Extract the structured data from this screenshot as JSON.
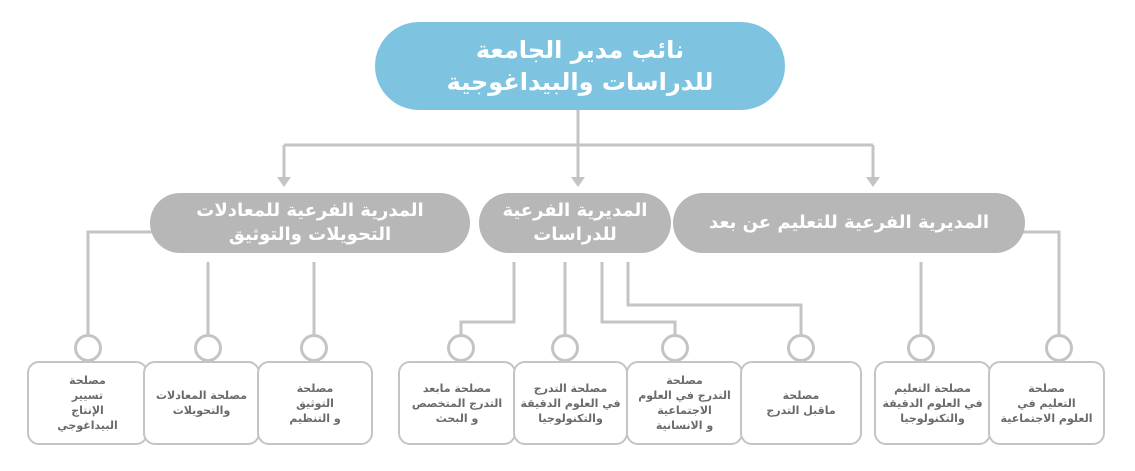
{
  "top": {
    "line1": "نائب مدير الجامعة",
    "line2": "للدراسات والبيداغوجية"
  },
  "directorates": {
    "distance": {
      "line1": "المديرية الفرعية للتعليم عن بعد"
    },
    "studies": {
      "line1": "المديرية الفرعية",
      "line2": "للدراسات"
    },
    "equivalences": {
      "line1": "المدرية الفرعية للمعادلات",
      "line2": "التحويلات والتوثيق"
    }
  },
  "services": [
    {
      "id": "svc-1",
      "line1": "مصلحة",
      "line2": "تسيير",
      "line3": "الإنتاج",
      "line4": "البيداغوجي"
    },
    {
      "id": "svc-2",
      "line1": "مصلحة المعادلات",
      "line2": "والتحويلات"
    },
    {
      "id": "svc-3",
      "line1": "مصلحة",
      "line2": "التوثيق",
      "line3": "و التنظيم"
    },
    {
      "id": "svc-4",
      "line1": "مصلحة مابعد",
      "line2": "التدرج المتخصص",
      "line3": "و البحث"
    },
    {
      "id": "svc-5",
      "line1": "مصلحة التدرج",
      "line2": "في العلوم الدقيقة",
      "line3": "والتكنولوجيا"
    },
    {
      "id": "svc-6",
      "line1": "مصلحة",
      "line2": "التدرج في العلوم",
      "line3": "الاجتماعية",
      "line4": "و الانسانية"
    },
    {
      "id": "svc-7",
      "line1": "مصلحة",
      "line2": "ماقبل التدرج"
    },
    {
      "id": "svc-8",
      "line1": "مصلحة التعليم",
      "line2": "في العلوم الدقيقة",
      "line3": "والتكنولوجيا"
    },
    {
      "id": "svc-9",
      "line1": "مصلحة",
      "line2": "التعليم في",
      "line3": "العلوم الاجتماعية"
    }
  ],
  "colors": {
    "top_fill": "#7ec4e1",
    "directorate_fill": "#b7b7b7",
    "connector": "#c4c4c4",
    "service_text": "#6a6a6a"
  }
}
